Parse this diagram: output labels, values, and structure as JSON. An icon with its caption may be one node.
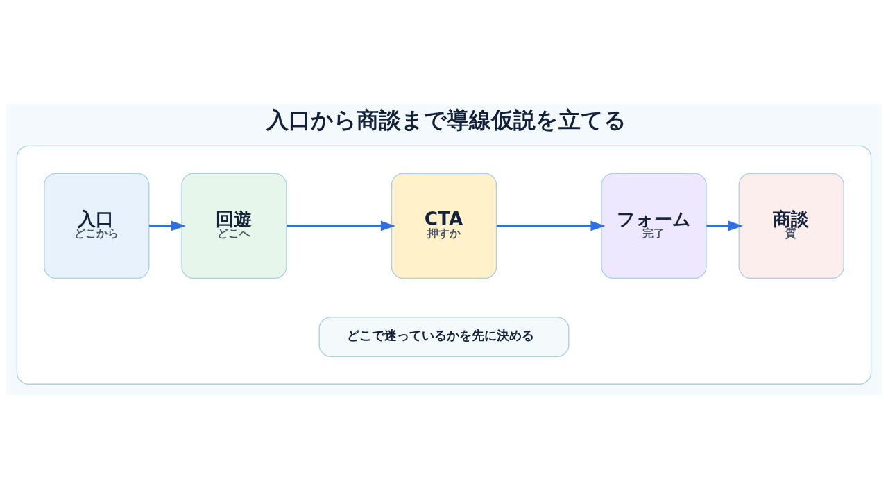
{
  "diagram": {
    "title": "入口から商談まで導線仮説を立てる",
    "nodes": [
      {
        "text": [],
        "shape": "box"
      },
      {
        "text": [
          "入口",
          "どこから"
        ],
        "in": 0
      },
      {
        "text": [
          "回遊",
          "どこへ"
        ],
        "in": 0
      },
      {
        "text": [
          "CTA",
          "押すか"
        ],
        "in": 0
      },
      {
        "text": [
          "フォーム",
          "完了"
        ],
        "in": 0
      },
      {
        "text": [
          "商談",
          "質"
        ],
        "in": 0
      },
      {
        "text": [
          "どこで迷っているかを先に決める"
        ],
        "in": 0
      }
    ],
    "edges": [
      {
        "from": 1,
        "to": 2,
        "arrow": "to"
      },
      {
        "from": 2,
        "to": 3,
        "arrow": "to"
      },
      {
        "from": 3,
        "to": 4,
        "arrow": "to"
      },
      {
        "from": 4,
        "to": 5,
        "arrow": "to"
      }
    ]
  }
}
